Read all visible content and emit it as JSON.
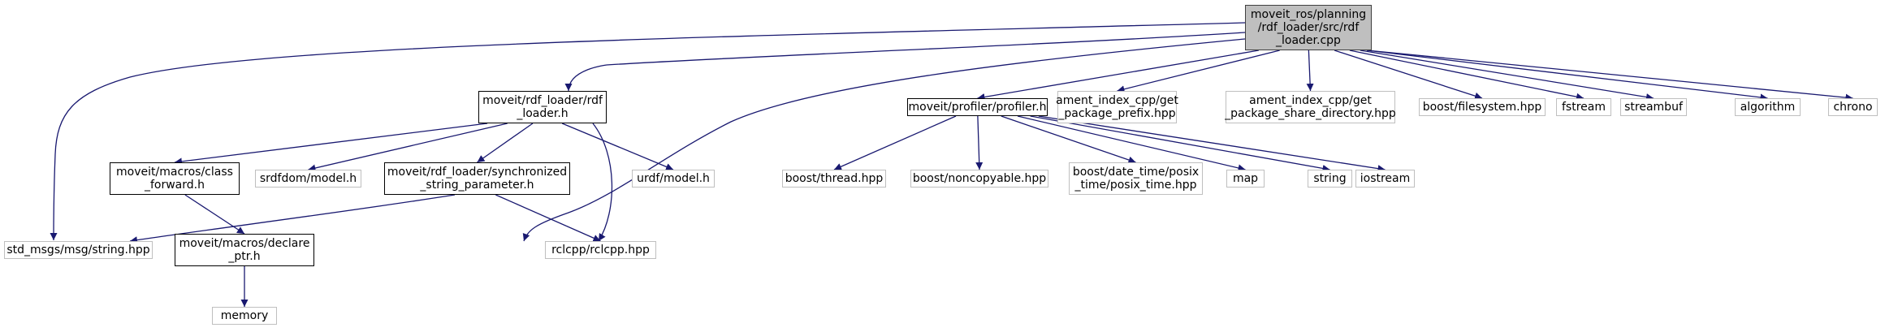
{
  "diagram": {
    "title": "",
    "edge_color": "#191970",
    "nodes": [
      {
        "id": "main",
        "label": "moveit_ros/planning\n/rdf_loader/src/rdf\n_loader.cpp",
        "style": "main"
      },
      {
        "id": "rdf_loader_h",
        "label": "moveit/rdf_loader/rdf\n_loader.h",
        "style": "doc"
      },
      {
        "id": "profiler_h",
        "label": "moveit/profiler/profiler.h",
        "style": "doc"
      },
      {
        "id": "ament_prefix",
        "label": "ament_index_cpp/get\n_package_prefix.hpp",
        "style": "ext"
      },
      {
        "id": "ament_share",
        "label": "ament_index_cpp/get\n_package_share_directory.hpp",
        "style": "ext"
      },
      {
        "id": "boost_fs",
        "label": "boost/filesystem.hpp",
        "style": "ext"
      },
      {
        "id": "fstream",
        "label": "fstream",
        "style": "ext"
      },
      {
        "id": "streambuf",
        "label": "streambuf",
        "style": "ext"
      },
      {
        "id": "algorithm",
        "label": "algorithm",
        "style": "ext"
      },
      {
        "id": "chrono",
        "label": "chrono",
        "style": "ext"
      },
      {
        "id": "class_forward",
        "label": "moveit/macros/class\n_forward.h",
        "style": "doc"
      },
      {
        "id": "srdfdom",
        "label": "srdfdom/model.h",
        "style": "ext"
      },
      {
        "id": "sync_param",
        "label": "moveit/rdf_loader/synchronized\n_string_parameter.h",
        "style": "doc"
      },
      {
        "id": "urdf_model",
        "label": "urdf/model.h",
        "style": "ext"
      },
      {
        "id": "boost_thread",
        "label": "boost/thread.hpp",
        "style": "ext"
      },
      {
        "id": "boost_noncopyable",
        "label": "boost/noncopyable.hpp",
        "style": "ext"
      },
      {
        "id": "posix_time",
        "label": "boost/date_time/posix\n_time/posix_time.hpp",
        "style": "ext"
      },
      {
        "id": "map",
        "label": "map",
        "style": "ext"
      },
      {
        "id": "string",
        "label": "string",
        "style": "ext"
      },
      {
        "id": "iostream",
        "label": "iostream",
        "style": "ext"
      },
      {
        "id": "std_msgs_string",
        "label": "std_msgs/msg/string.hpp",
        "style": "ext"
      },
      {
        "id": "declare_ptr",
        "label": "moveit/macros/declare\n_ptr.h",
        "style": "doc"
      },
      {
        "id": "rclcpp",
        "label": "rclcpp/rclcpp.hpp",
        "style": "ext"
      },
      {
        "id": "memory",
        "label": "memory",
        "style": "ext"
      }
    ],
    "edges": [
      {
        "from": "main",
        "to": "rdf_loader_h"
      },
      {
        "from": "main",
        "to": "std_msgs_string"
      },
      {
        "from": "main",
        "to": "rclcpp"
      },
      {
        "from": "main",
        "to": "profiler_h"
      },
      {
        "from": "main",
        "to": "ament_prefix"
      },
      {
        "from": "main",
        "to": "ament_share"
      },
      {
        "from": "main",
        "to": "boost_fs"
      },
      {
        "from": "main",
        "to": "fstream"
      },
      {
        "from": "main",
        "to": "streambuf"
      },
      {
        "from": "main",
        "to": "algorithm"
      },
      {
        "from": "main",
        "to": "chrono"
      },
      {
        "from": "rdf_loader_h",
        "to": "class_forward"
      },
      {
        "from": "rdf_loader_h",
        "to": "srdfdom"
      },
      {
        "from": "rdf_loader_h",
        "to": "sync_param"
      },
      {
        "from": "rdf_loader_h",
        "to": "urdf_model"
      },
      {
        "from": "rdf_loader_h",
        "to": "rclcpp"
      },
      {
        "from": "class_forward",
        "to": "declare_ptr"
      },
      {
        "from": "sync_param",
        "to": "std_msgs_string"
      },
      {
        "from": "sync_param",
        "to": "rclcpp"
      },
      {
        "from": "declare_ptr",
        "to": "memory"
      },
      {
        "from": "profiler_h",
        "to": "boost_thread"
      },
      {
        "from": "profiler_h",
        "to": "boost_noncopyable"
      },
      {
        "from": "profiler_h",
        "to": "posix_time"
      },
      {
        "from": "profiler_h",
        "to": "map"
      },
      {
        "from": "profiler_h",
        "to": "string"
      },
      {
        "from": "profiler_h",
        "to": "iostream"
      }
    ]
  }
}
